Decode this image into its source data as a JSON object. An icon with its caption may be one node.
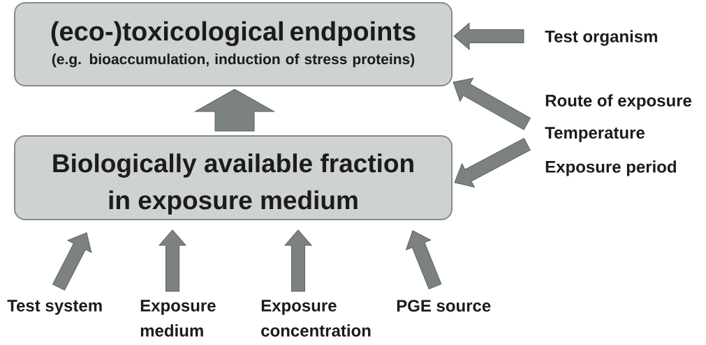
{
  "diagram": {
    "nodes": [
      {
        "text": [
          "(eco-)toxicological endpoints",
          "(e.g. bioaccumulation, induction of stress proteins)"
        ]
      },
      {
        "text": [
          "Test organism"
        ]
      },
      {
        "text": [
          "Route of exposure",
          "Temperature",
          "Exposure period"
        ]
      },
      {
        "text": [
          "Biologically available fraction in exposure medium"
        ]
      },
      {
        "text": [
          "Test system"
        ]
      },
      {
        "text": [
          "Exposure medium"
        ]
      },
      {
        "text": [
          "Exposure concentration"
        ]
      },
      {
        "text": [
          "PGE source"
        ]
      }
    ],
    "edges": [
      {
        "from": 3,
        "to": 0,
        "arrow": "to",
        "style": "thick"
      },
      {
        "from": 1,
        "to": 0,
        "arrow": "to"
      },
      {
        "from": 2,
        "to": 0,
        "arrow": "to"
      },
      {
        "from": 2,
        "to": 3,
        "arrow": "to"
      },
      {
        "from": 4,
        "to": 3,
        "arrow": "to"
      },
      {
        "from": 5,
        "to": 3,
        "arrow": "to"
      },
      {
        "from": 6,
        "to": 3,
        "arrow": "to"
      },
      {
        "from": 7,
        "to": 3,
        "arrow": "to"
      }
    ]
  }
}
